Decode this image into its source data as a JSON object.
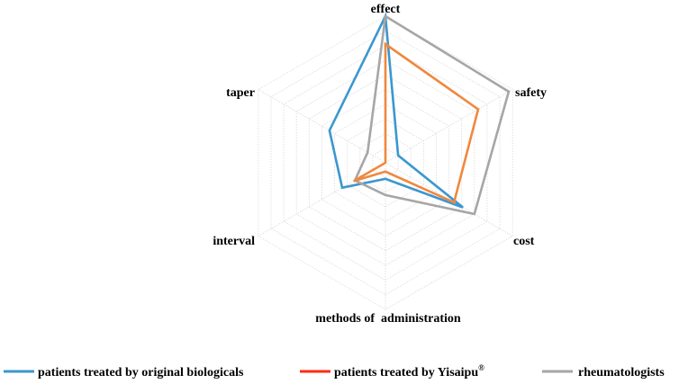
{
  "chart_data": {
    "type": "radar",
    "axes": [
      "effect",
      "safety",
      "cost",
      "methods of  administration",
      "interval",
      "taper"
    ],
    "rmax": 10,
    "rings": 10,
    "grid": true,
    "legend_position": "bottom",
    "series": [
      {
        "name": "patients treated by original biologicals",
        "color": "#3c97cf",
        "values": [
          10.0,
          1.0,
          6.1,
          1.1,
          3.4,
          4.4
        ]
      },
      {
        "name": "patients treated by Yisaipu",
        "name_sup": "®",
        "color": "#f0883e",
        "legend_color": "#ff2a12",
        "values": [
          8.1,
          7.3,
          5.4,
          0.6,
          2.5,
          0.0
        ]
      },
      {
        "name": "rheumatologists",
        "color": "#a6a6a6",
        "values": [
          10.0,
          9.7,
          7.0,
          2.2,
          2.4,
          1.4
        ]
      }
    ]
  }
}
